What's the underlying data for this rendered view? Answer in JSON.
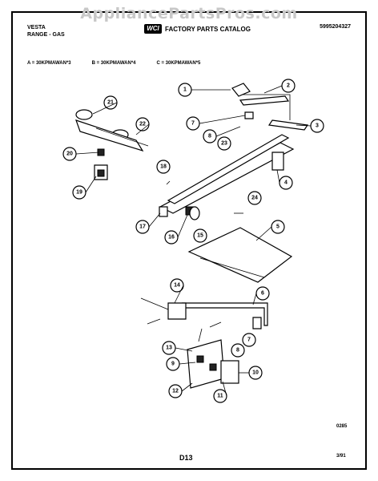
{
  "watermark": "AppliancePartsPros.com",
  "header": {
    "brand": "VESTA",
    "category": "RANGE - GAS",
    "logo_text": "WCI",
    "catalog_title": "FACTORY PARTS CATALOG",
    "catalog_number": "5995204327"
  },
  "models": [
    "A = 30KPMAWAN*3",
    "B = 30KPMAWAN*4",
    "C = 30KPMAWAN*5"
  ],
  "callouts": [
    "1",
    "2",
    "3",
    "4",
    "5",
    "6",
    "7",
    "7",
    "8",
    "8",
    "9",
    "10",
    "11",
    "12",
    "13",
    "14",
    "15",
    "16",
    "17",
    "18",
    "19",
    "20",
    "21",
    "22",
    "23",
    "24"
  ],
  "footer": {
    "code": "0285",
    "page": "D13",
    "date": "3/91"
  }
}
